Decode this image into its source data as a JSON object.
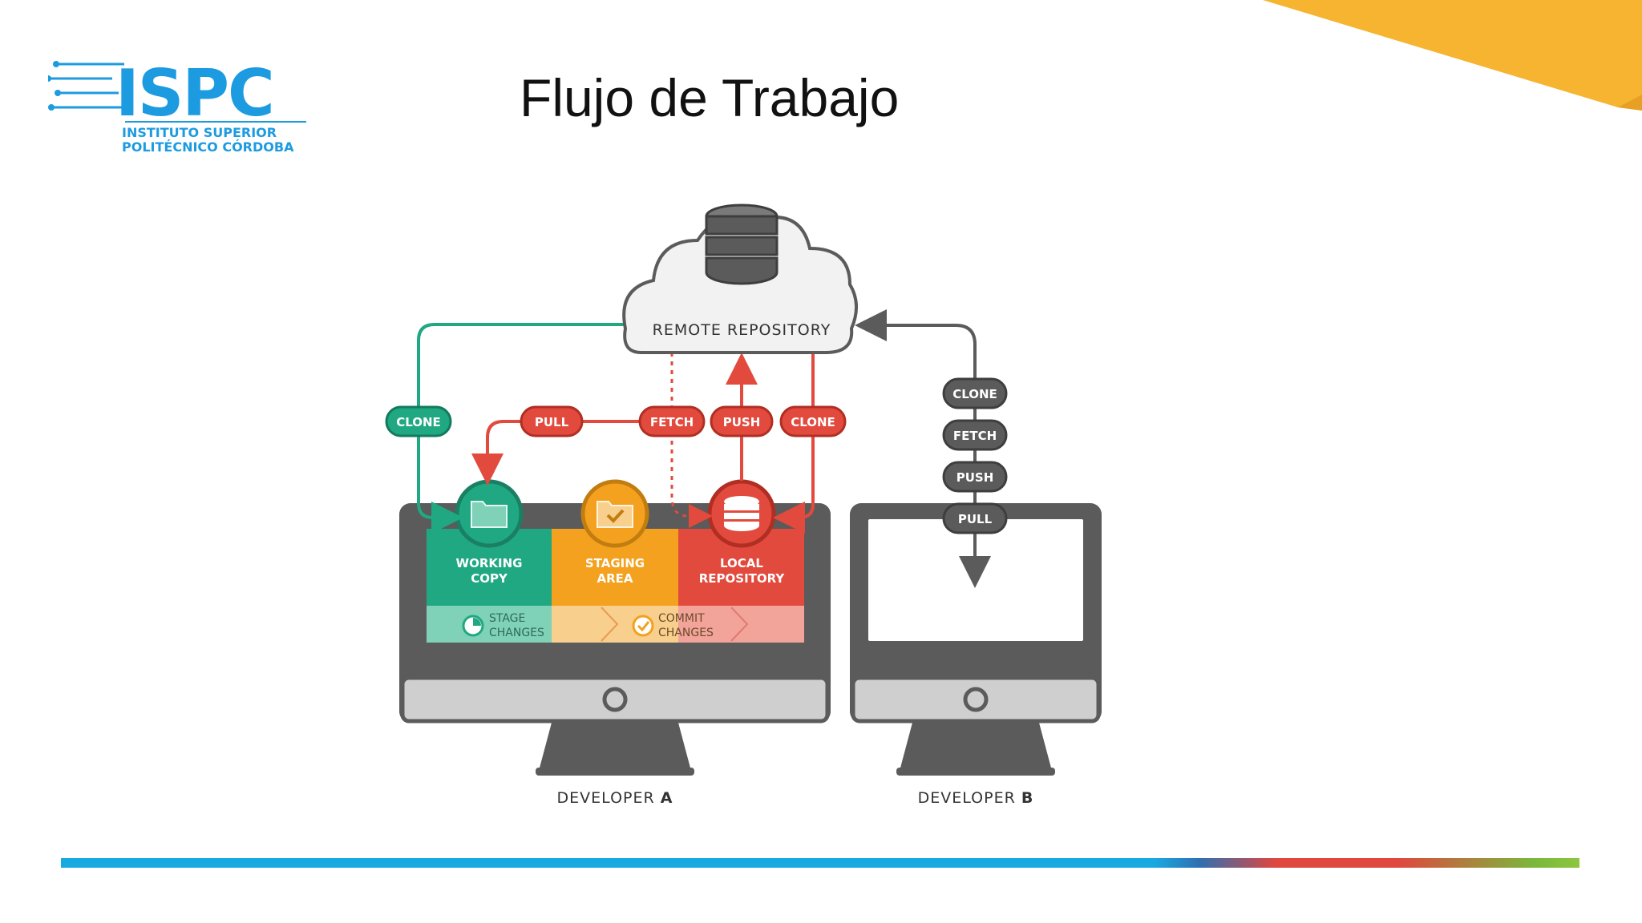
{
  "slide": {
    "title": "Flujo de Trabajo"
  },
  "logo": {
    "brand": "ISPC",
    "line1": "INSTITUTO SUPERIOR",
    "line2": "POLITÉCNICO CÓRDOBA"
  },
  "diagram": {
    "remote_label": "REMOTE REPOSITORY",
    "dev_a_badges": {
      "clone_left": "CLONE",
      "pull": "PULL",
      "fetch": "FETCH",
      "push": "PUSH",
      "clone_right": "CLONE"
    },
    "dev_b_badges": [
      "CLONE",
      "FETCH",
      "PUSH",
      "PULL"
    ],
    "areas": {
      "working_1": "WORKING",
      "working_2": "COPY",
      "staging_1": "STAGING",
      "staging_2": "AREA",
      "local_1": "LOCAL",
      "local_2": "REPOSITORY"
    },
    "actions": {
      "stage_1": "STAGE",
      "stage_2": "CHANGES",
      "commit_1": "COMMIT",
      "commit_2": "CHANGES"
    },
    "developer_a": {
      "prefix": "DEVELOPER ",
      "letter": "A"
    },
    "developer_b": {
      "prefix": "DEVELOPER ",
      "letter": "B"
    },
    "colors": {
      "green": "#1fa882",
      "orange": "#f3a11e",
      "red": "#e24a3d",
      "gray": "#5b5b5b"
    }
  }
}
